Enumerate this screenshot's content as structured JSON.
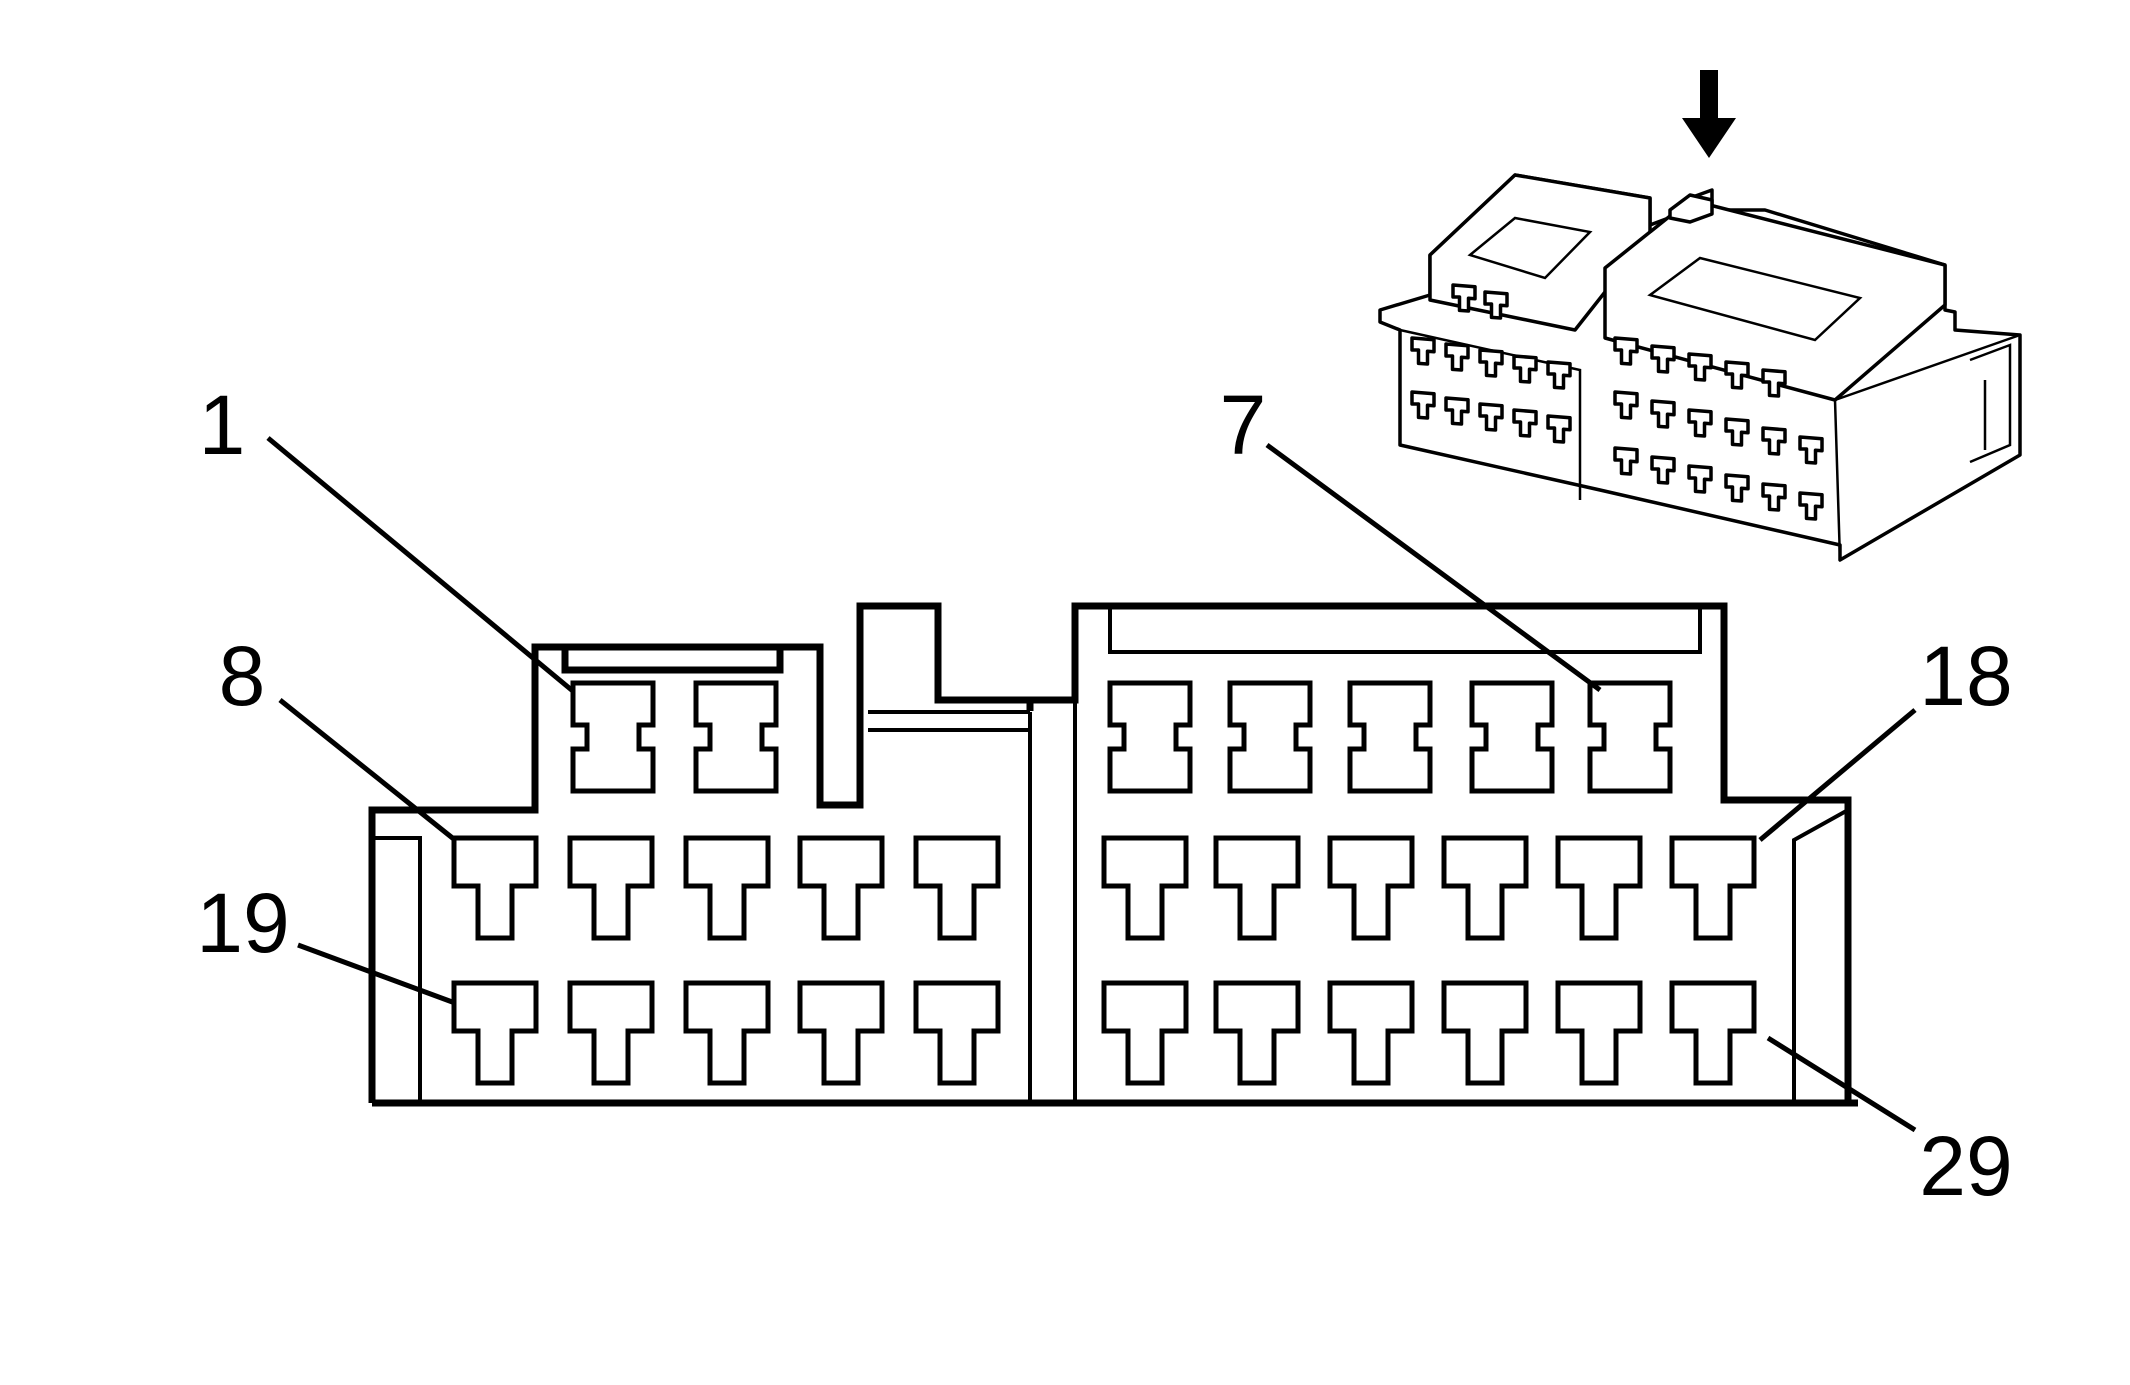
{
  "labels": [
    {
      "id": "pin-1",
      "text": "1"
    },
    {
      "id": "pin-7",
      "text": "7"
    },
    {
      "id": "pin-8",
      "text": "8"
    },
    {
      "id": "pin-18",
      "text": "18"
    },
    {
      "id": "pin-19",
      "text": "19"
    },
    {
      "id": "pin-29",
      "text": "29"
    }
  ],
  "colors": {
    "line": "#000000",
    "background": "#ffffff"
  },
  "icons": {
    "locator": "down-arrow-icon"
  }
}
